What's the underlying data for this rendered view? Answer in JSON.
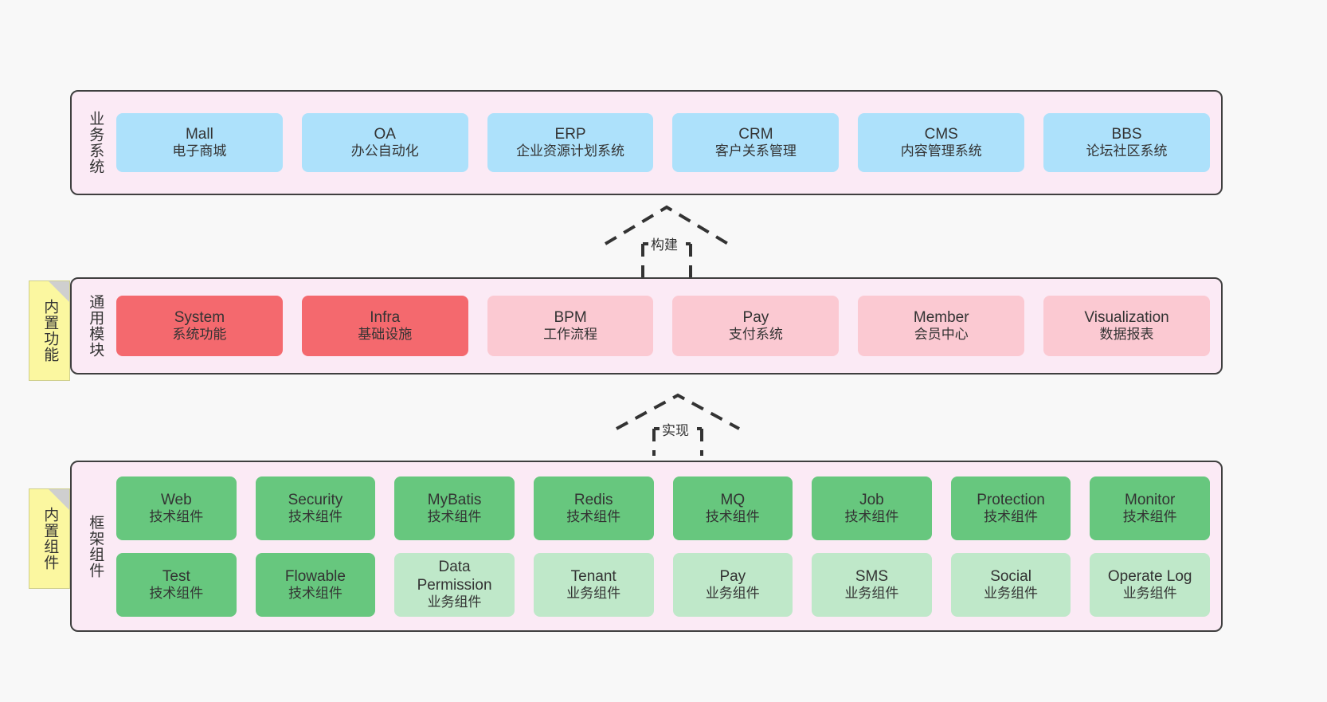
{
  "diagram": {
    "background_color": "#f8f8f8",
    "layer_fill": "#fbeaf5",
    "layer_border": "#3f3f3f",
    "colors": {
      "blue": "#ade1fb",
      "red": "#f4696e",
      "pink": "#fbc9d2",
      "green": "#67c77e",
      "light_green": "#bfe8c9",
      "note_yellow": "#fbf7a0"
    }
  },
  "notes": {
    "functions": "内置功能",
    "components": "内置组件"
  },
  "arrows": [
    {
      "id": "build",
      "label": "构建",
      "style": "dashed-generalization",
      "direction": "up"
    },
    {
      "id": "implement",
      "label": "实现",
      "style": "dashed-generalization",
      "direction": "up"
    }
  ],
  "layers": [
    {
      "id": "business",
      "title": "业务系统",
      "rows": [
        {
          "cards": [
            {
              "title": "Mall",
              "subtitle": "电子商城",
              "color": "blue"
            },
            {
              "title": "OA",
              "subtitle": "办公自动化",
              "color": "blue"
            },
            {
              "title": "ERP",
              "subtitle": "企业资源计划系统",
              "color": "blue"
            },
            {
              "title": "CRM",
              "subtitle": "客户关系管理",
              "color": "blue"
            },
            {
              "title": "CMS",
              "subtitle": "内容管理系统",
              "color": "blue"
            },
            {
              "title": "BBS",
              "subtitle": "论坛社区系统",
              "color": "blue"
            }
          ]
        }
      ]
    },
    {
      "id": "common",
      "title": "通用模块",
      "rows": [
        {
          "cards": [
            {
              "title": "System",
              "subtitle": "系统功能",
              "color": "red"
            },
            {
              "title": "Infra",
              "subtitle": "基础设施",
              "color": "red"
            },
            {
              "title": "BPM",
              "subtitle": "工作流程",
              "color": "pink"
            },
            {
              "title": "Pay",
              "subtitle": "支付系统",
              "color": "pink"
            },
            {
              "title": "Member",
              "subtitle": "会员中心",
              "color": "pink"
            },
            {
              "title": "Visualization",
              "subtitle": "数据报表",
              "color": "pink"
            }
          ]
        }
      ]
    },
    {
      "id": "framework",
      "title": "框架组件",
      "rows": [
        {
          "cards": [
            {
              "title": "Web",
              "subtitle": "技术组件",
              "color": "green"
            },
            {
              "title": "Security",
              "subtitle": "技术组件",
              "color": "green"
            },
            {
              "title": "MyBatis",
              "subtitle": "技术组件",
              "color": "green"
            },
            {
              "title": "Redis",
              "subtitle": "技术组件",
              "color": "green"
            },
            {
              "title": "MQ",
              "subtitle": "技术组件",
              "color": "green"
            },
            {
              "title": "Job",
              "subtitle": "技术组件",
              "color": "green"
            },
            {
              "title": "Protection",
              "subtitle": "技术组件",
              "color": "green"
            },
            {
              "title": "Monitor",
              "subtitle": "技术组件",
              "color": "green"
            }
          ]
        },
        {
          "cards": [
            {
              "title": "Test",
              "subtitle": "技术组件",
              "color": "green"
            },
            {
              "title": "Flowable",
              "subtitle": "技术组件",
              "color": "green"
            },
            {
              "title": "Data Permission",
              "subtitle": "业务组件",
              "color": "light_green"
            },
            {
              "title": "Tenant",
              "subtitle": "业务组件",
              "color": "light_green"
            },
            {
              "title": "Pay",
              "subtitle": "业务组件",
              "color": "light_green"
            },
            {
              "title": "SMS",
              "subtitle": "业务组件",
              "color": "light_green"
            },
            {
              "title": "Social",
              "subtitle": "业务组件",
              "color": "light_green"
            },
            {
              "title": "Operate Log",
              "subtitle": "业务组件",
              "color": "light_green"
            }
          ]
        }
      ]
    }
  ]
}
